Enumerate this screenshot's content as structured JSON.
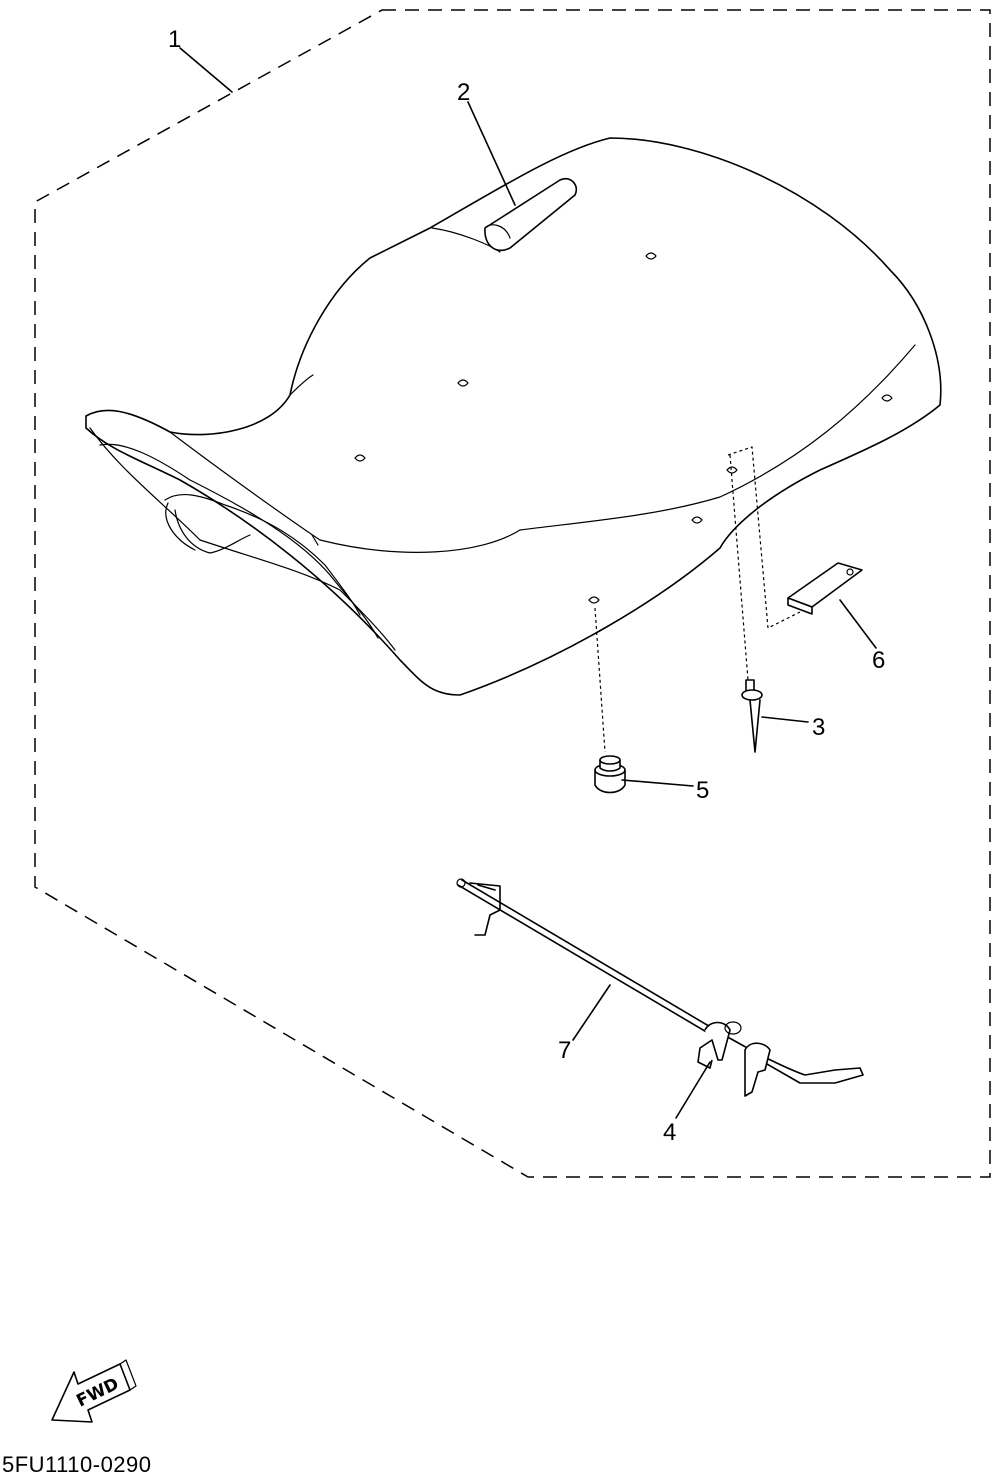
{
  "callouts": [
    {
      "id": "1",
      "text": "1"
    },
    {
      "id": "2",
      "text": "2"
    },
    {
      "id": "3",
      "text": "3"
    },
    {
      "id": "4",
      "text": "4"
    },
    {
      "id": "5",
      "text": "5"
    },
    {
      "id": "6",
      "text": "6"
    },
    {
      "id": "7",
      "text": "7"
    }
  ],
  "fwd_label": "FWD",
  "diagram_code": "5FU1110-0290",
  "parts_visible": [
    "seat-assembly",
    "seat-strap",
    "rivet",
    "seat-lock-bracket",
    "damper",
    "plate",
    "seat-lock-rod"
  ]
}
